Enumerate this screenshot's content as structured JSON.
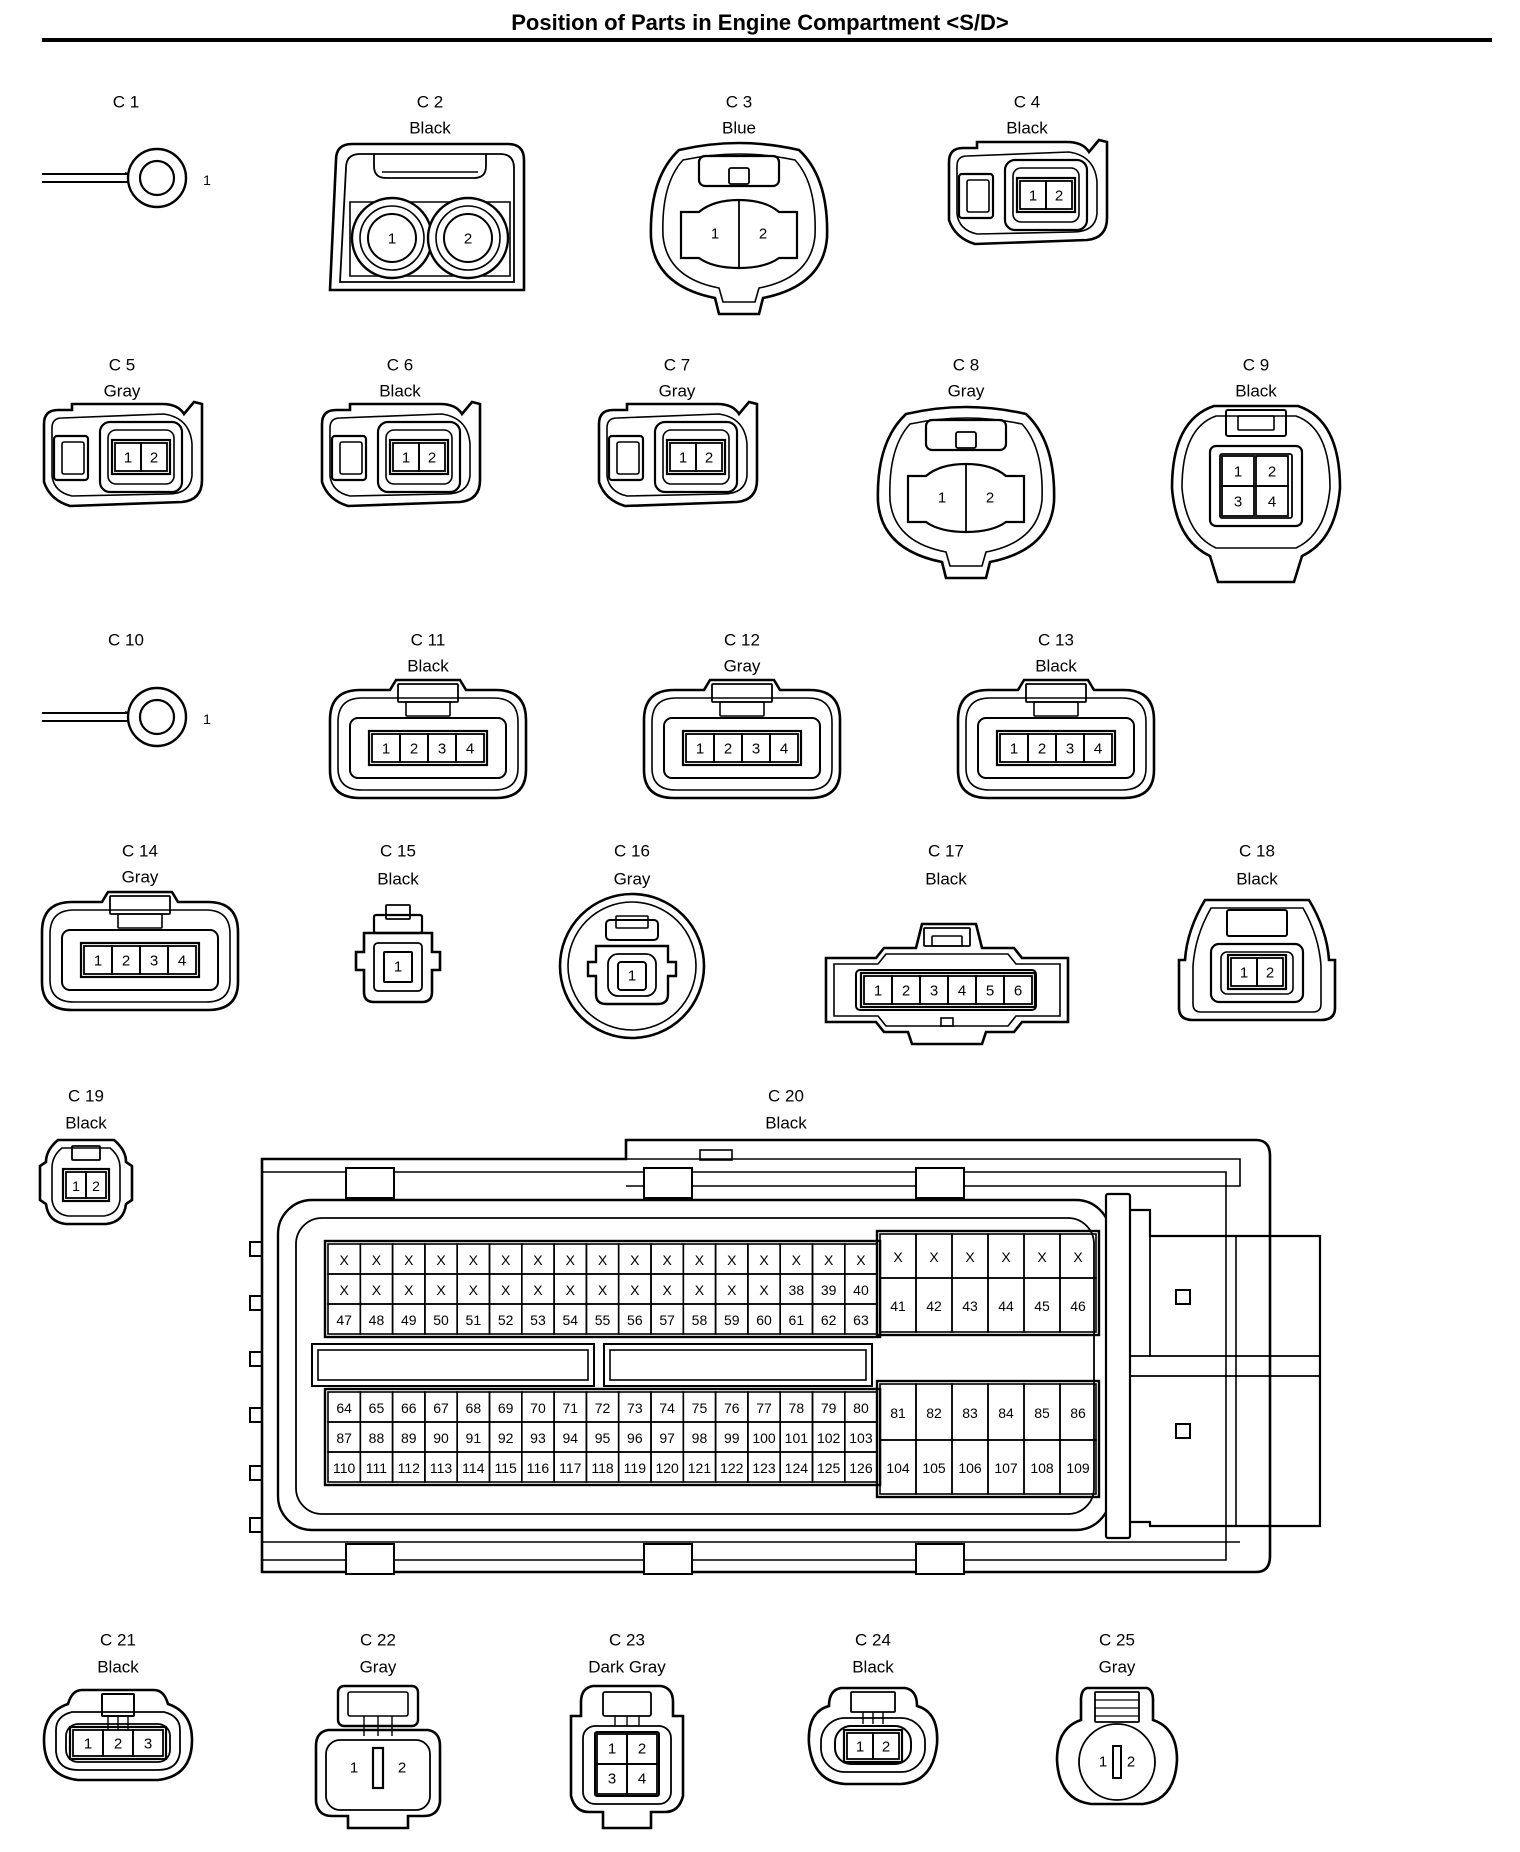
{
  "title": "Position of Parts in Engine Compartment <S/D>",
  "connectors": [
    {
      "id": "C 1",
      "color": "",
      "pins": [
        "1"
      ]
    },
    {
      "id": "C 2",
      "color": "Black",
      "pins": [
        "1",
        "2"
      ]
    },
    {
      "id": "C 3",
      "color": "Blue",
      "pins": [
        "1",
        "2"
      ]
    },
    {
      "id": "C 4",
      "color": "Black",
      "pins": [
        "1",
        "2"
      ]
    },
    {
      "id": "C 5",
      "color": "Gray",
      "pins": [
        "1",
        "2"
      ]
    },
    {
      "id": "C 6",
      "color": "Black",
      "pins": [
        "1",
        "2"
      ]
    },
    {
      "id": "C 7",
      "color": "Gray",
      "pins": [
        "1",
        "2"
      ]
    },
    {
      "id": "C 8",
      "color": "Gray",
      "pins": [
        "1",
        "2"
      ]
    },
    {
      "id": "C 9",
      "color": "Black",
      "pins": [
        "1",
        "2",
        "3",
        "4"
      ]
    },
    {
      "id": "C 10",
      "color": "",
      "pins": [
        "1"
      ]
    },
    {
      "id": "C 11",
      "color": "Black",
      "pins": [
        "1",
        "2",
        "3",
        "4"
      ]
    },
    {
      "id": "C 12",
      "color": "Gray",
      "pins": [
        "1",
        "2",
        "3",
        "4"
      ]
    },
    {
      "id": "C 13",
      "color": "Black",
      "pins": [
        "1",
        "2",
        "3",
        "4"
      ]
    },
    {
      "id": "C 14",
      "color": "Gray",
      "pins": [
        "1",
        "2",
        "3",
        "4"
      ]
    },
    {
      "id": "C 15",
      "color": "Black",
      "pins": [
        "1"
      ]
    },
    {
      "id": "C 16",
      "color": "Gray",
      "pins": [
        "1"
      ]
    },
    {
      "id": "C 17",
      "color": "Black",
      "pins": [
        "1",
        "2",
        "3",
        "4",
        "5",
        "6"
      ]
    },
    {
      "id": "C 18",
      "color": "Black",
      "pins": [
        "1",
        "2"
      ]
    },
    {
      "id": "C 19",
      "color": "Black",
      "pins": [
        "1",
        "2"
      ]
    },
    {
      "id": "C 20",
      "color": "Black",
      "pins": []
    },
    {
      "id": "C 21",
      "color": "Black",
      "pins": [
        "1",
        "2",
        "3"
      ]
    },
    {
      "id": "C 22",
      "color": "Gray",
      "pins": [
        "1",
        "2"
      ]
    },
    {
      "id": "C 23",
      "color": "Dark Gray",
      "pins": [
        "1",
        "2",
        "3",
        "4"
      ]
    },
    {
      "id": "C 24",
      "color": "Black",
      "pins": [
        "1",
        "2"
      ]
    },
    {
      "id": "C 25",
      "color": "Gray",
      "pins": [
        "1",
        "2"
      ]
    }
  ],
  "c20": {
    "left_top_rows": [
      [
        "X",
        "X",
        "X",
        "X",
        "X",
        "X",
        "X",
        "X",
        "X",
        "X",
        "X",
        "X",
        "X",
        "X",
        "X",
        "X",
        "X"
      ],
      [
        "X",
        "X",
        "X",
        "X",
        "X",
        "X",
        "X",
        "X",
        "X",
        "X",
        "X",
        "X",
        "X",
        "X",
        "38",
        "39",
        "40"
      ],
      [
        "47",
        "48",
        "49",
        "50",
        "51",
        "52",
        "53",
        "54",
        "55",
        "56",
        "57",
        "58",
        "59",
        "60",
        "61",
        "62",
        "63"
      ]
    ],
    "right_top_rows": [
      [
        "X",
        "X",
        "X",
        "X",
        "X",
        "X"
      ],
      [
        "41",
        "42",
        "43",
        "44",
        "45",
        "46"
      ]
    ],
    "left_bottom_rows": [
      [
        "64",
        "65",
        "66",
        "67",
        "68",
        "69",
        "70",
        "71",
        "72",
        "73",
        "74",
        "75",
        "76",
        "77",
        "78",
        "79",
        "80"
      ],
      [
        "87",
        "88",
        "89",
        "90",
        "91",
        "92",
        "93",
        "94",
        "95",
        "96",
        "97",
        "98",
        "99",
        "100",
        "101",
        "102",
        "103"
      ],
      [
        "110",
        "111",
        "112",
        "113",
        "114",
        "115",
        "116",
        "117",
        "118",
        "119",
        "120",
        "121",
        "122",
        "123",
        "124",
        "125",
        "126"
      ]
    ],
    "right_bottom_rows": [
      [
        "81",
        "82",
        "83",
        "84",
        "85",
        "86"
      ],
      [
        "104",
        "105",
        "106",
        "107",
        "108",
        "109"
      ]
    ]
  }
}
